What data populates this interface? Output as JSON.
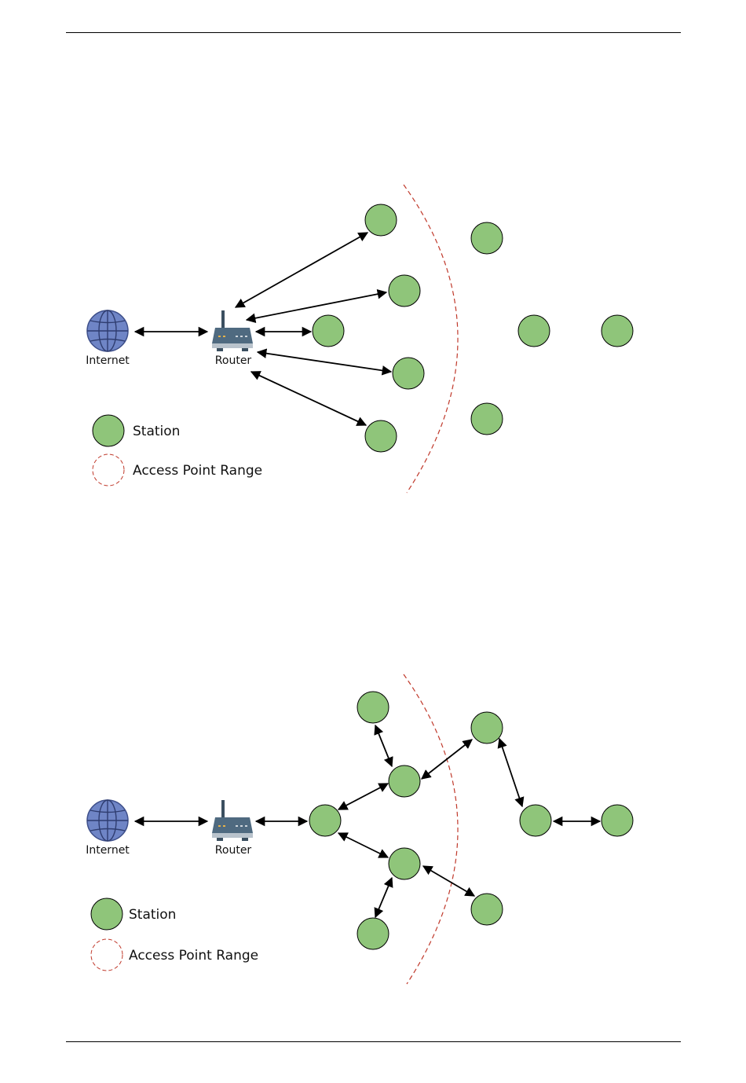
{
  "diagram1": {
    "internet_label": "Internet",
    "router_label": "Router",
    "legend": {
      "station_label": "Station",
      "range_label": "Access Point Range"
    }
  },
  "diagram2": {
    "internet_label": "Internet",
    "router_label": "Router",
    "legend": {
      "station_label": "Station",
      "range_label": "Access Point Range"
    }
  },
  "colors": {
    "station_fill": "#8fc57a",
    "globe_fill": "#6f85c6",
    "range_stroke": "#c0392b",
    "router_body": "#4f6a80"
  },
  "icons": [
    "globe-icon",
    "router-icon"
  ]
}
